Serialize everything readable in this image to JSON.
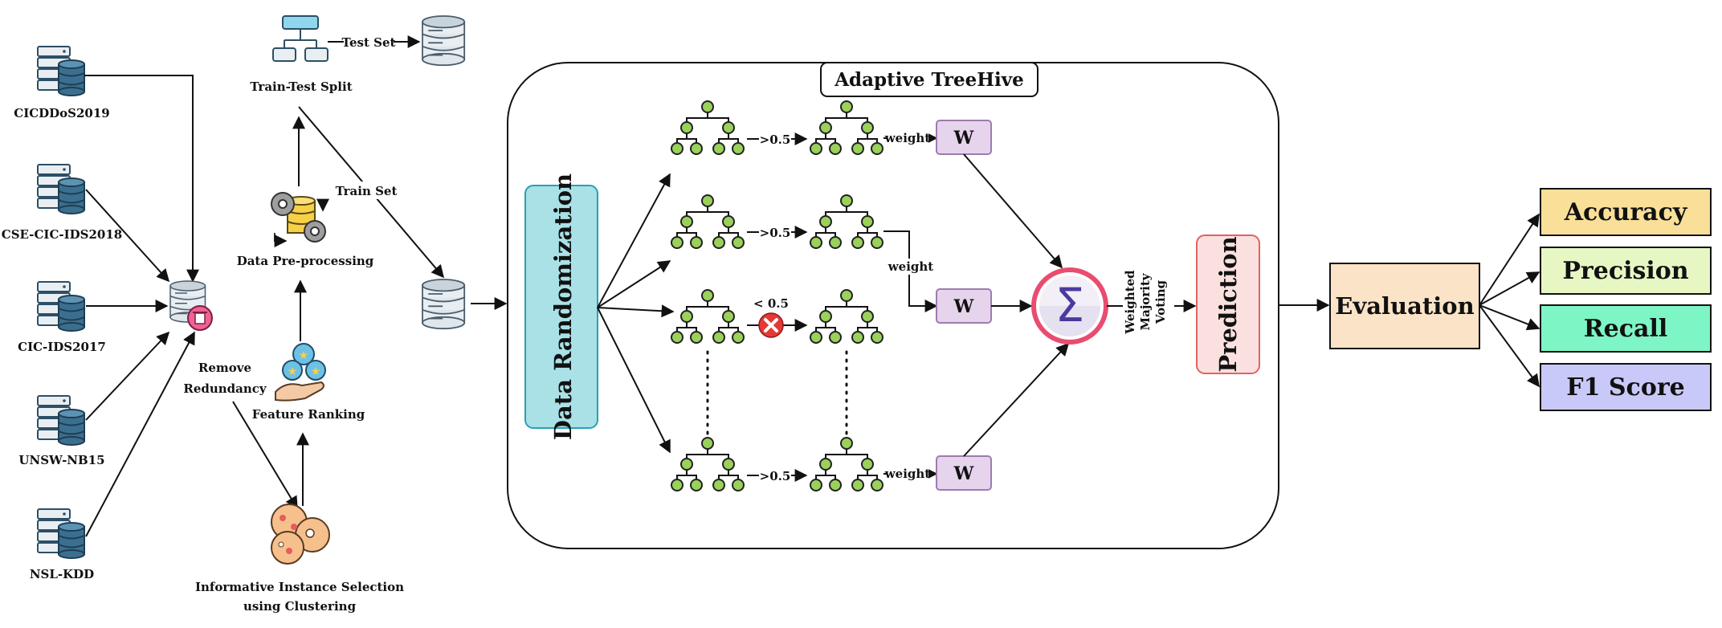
{
  "datasets": [
    {
      "label": "CICDDoS2019"
    },
    {
      "label": "CSE-CIC-IDS2018"
    },
    {
      "label": "CIC-IDS2017"
    },
    {
      "label": "UNSW-NB15"
    },
    {
      "label": "NSL-KDD"
    }
  ],
  "steps": {
    "remove_redundancy_line1": "Remove",
    "remove_redundancy_line2": "Redundancy",
    "clustering_line1": "Informative Instance Selection",
    "clustering_line2": "using Clustering",
    "feature_ranking": "Feature Ranking",
    "preprocessing": "Data Pre-processing",
    "split": "Train-Test Split",
    "test_set": "Test Set",
    "train_set": "Train Set"
  },
  "model": {
    "title": "Adaptive TreeHive",
    "randomization": "Data Randomization",
    "threshold_gt": ">0.5",
    "threshold_lt": "< 0.5",
    "weight_label": "weight",
    "w_label": "W",
    "sum_symbol": "Σ",
    "voting_line1": "Weighted",
    "voting_line2": "Majority",
    "voting_line3": "Voting",
    "prediction": "Prediction"
  },
  "evaluation": {
    "label": "Evaluation",
    "metrics": [
      {
        "label": "Accuracy",
        "color": "#f9df97"
      },
      {
        "label": "Precision",
        "color": "#e6f7c4"
      },
      {
        "label": "Recall",
        "color": "#7ef5c4"
      },
      {
        "label": "F1 Score",
        "color": "#c9c9f9"
      }
    ]
  },
  "colors": {
    "tree_node": "#9ad15a",
    "randomization_fill": "#a9e1e7",
    "prediction_fill": "#fbe0e0",
    "prediction_stroke": "#e26262",
    "w_fill": "#e6d3ec",
    "evaluation_fill": "#fbe3c7",
    "sum_ring": "#e94c6f",
    "sum_glyph": "#4a3aa0",
    "reject": "#e53935",
    "db_body": "#3b6f8f",
    "server": "#e9eef2"
  },
  "icons": [
    "server-database-icon",
    "database-icon",
    "trash-icon",
    "flowchart-icon",
    "gears-database-icon",
    "hand-stars-icon",
    "clusters-icon",
    "sum-icon",
    "reject-icon",
    "tree-icon"
  ]
}
